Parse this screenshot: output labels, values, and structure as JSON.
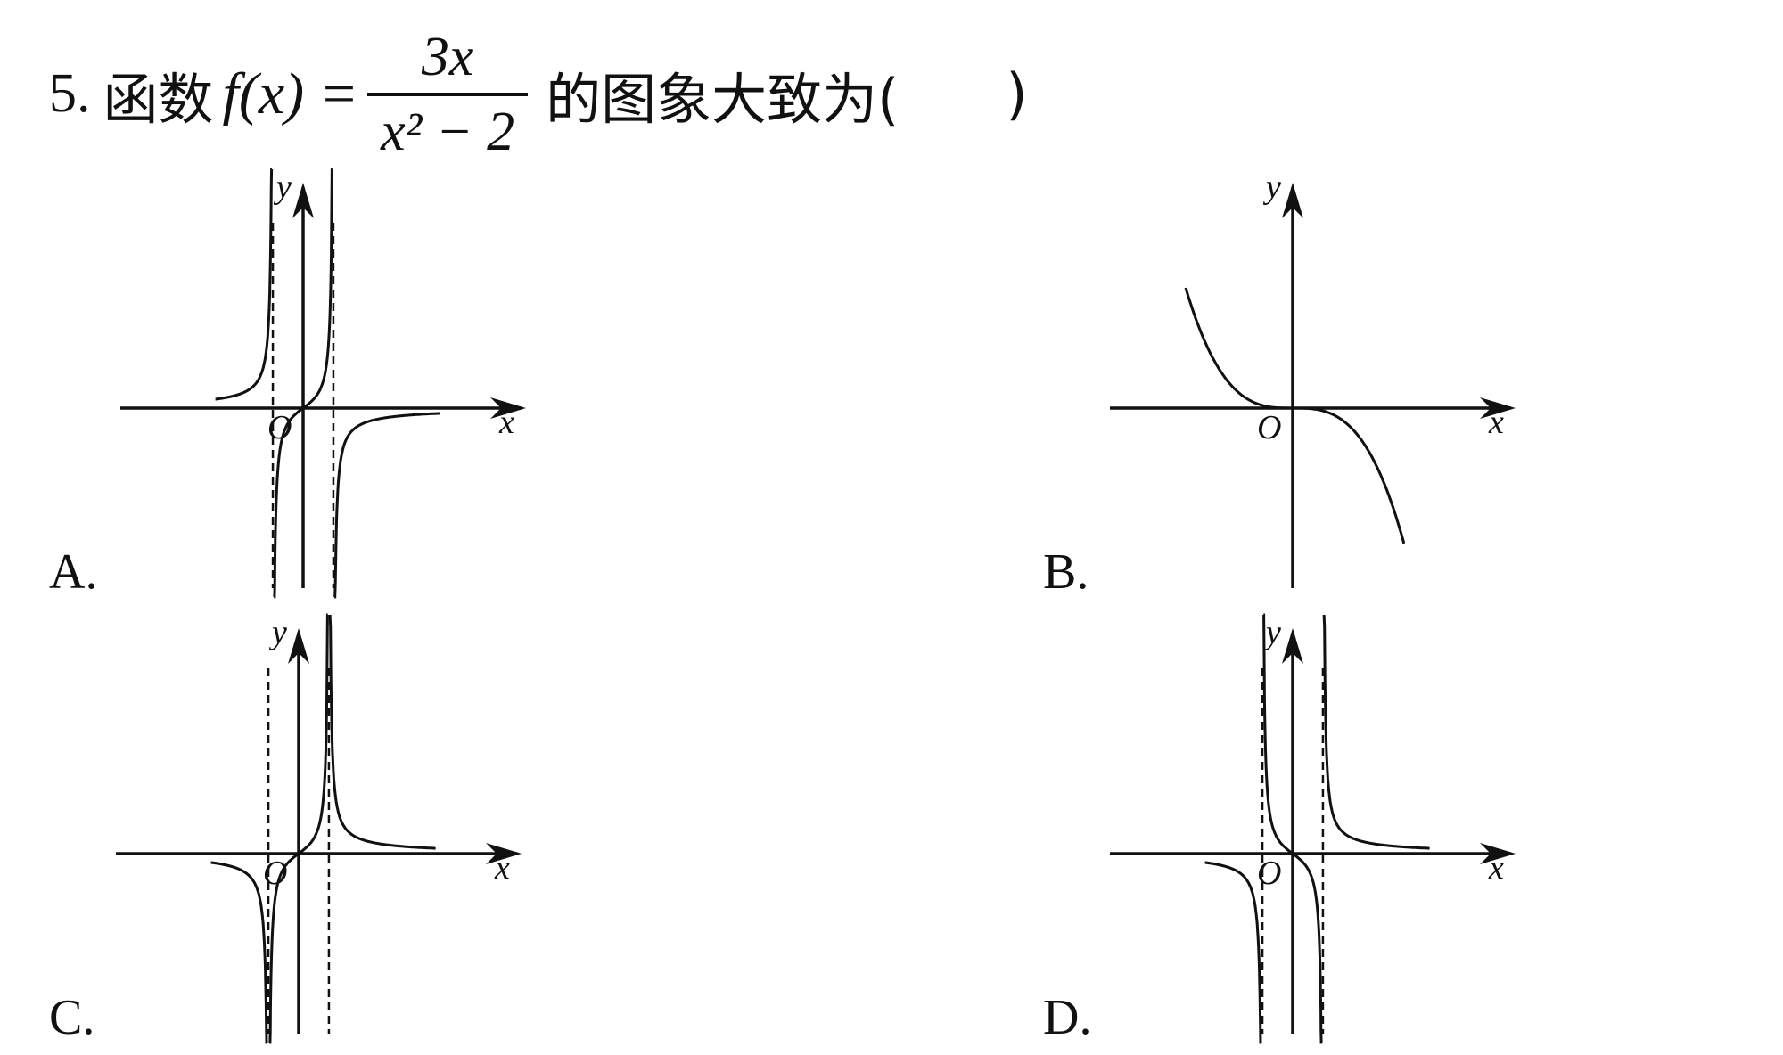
{
  "question": {
    "number": "5.",
    "prefix": "函数",
    "func": "f(x) =",
    "numerator": "3x",
    "denominator": "x² − 2",
    "suffix": "的图象大致为(",
    "close": ")"
  },
  "choices": [
    {
      "label": "A.",
      "curve": "A",
      "asymptotes": true
    },
    {
      "label": "B.",
      "curve": "B",
      "asymptotes": false
    },
    {
      "label": "C.",
      "curve": "C",
      "asymptotes": true
    },
    {
      "label": "D.",
      "curve": "D",
      "asymptotes": true
    }
  ],
  "axes": {
    "x_label": "x",
    "y_label": "y",
    "origin_label": "O"
  }
}
